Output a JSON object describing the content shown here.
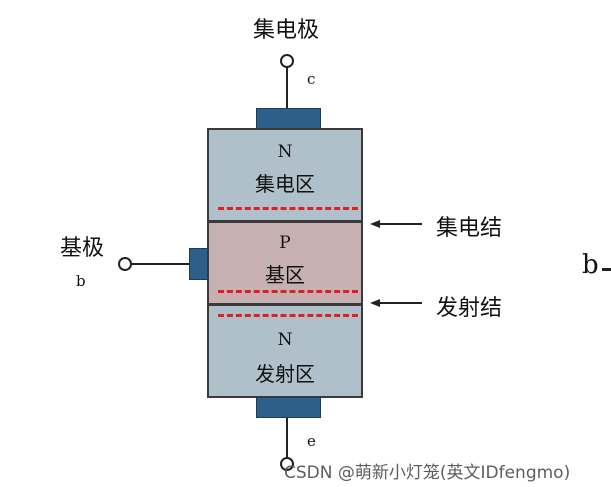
{
  "collector": {
    "electrode_label": "集电极",
    "terminal_letter": "c",
    "type_letter": "N",
    "region_label": "集电区"
  },
  "base": {
    "electrode_label": "基极",
    "terminal_letter": "b",
    "type_letter": "P",
    "region_label": "基区"
  },
  "emitter": {
    "terminal_letter": "e",
    "type_letter": "N",
    "region_label": "发射区"
  },
  "junctions": {
    "collector_junction": "集电结",
    "emitter_junction": "发射结"
  },
  "side_text": "b",
  "watermark": "CSDN @萌新小灯笼(英文IDfengmo)",
  "colors": {
    "n_region": "#b0c0cb",
    "p_region": "#c6b0b2",
    "contact": "#2e5e8a",
    "junction_dash": "#e02020"
  }
}
